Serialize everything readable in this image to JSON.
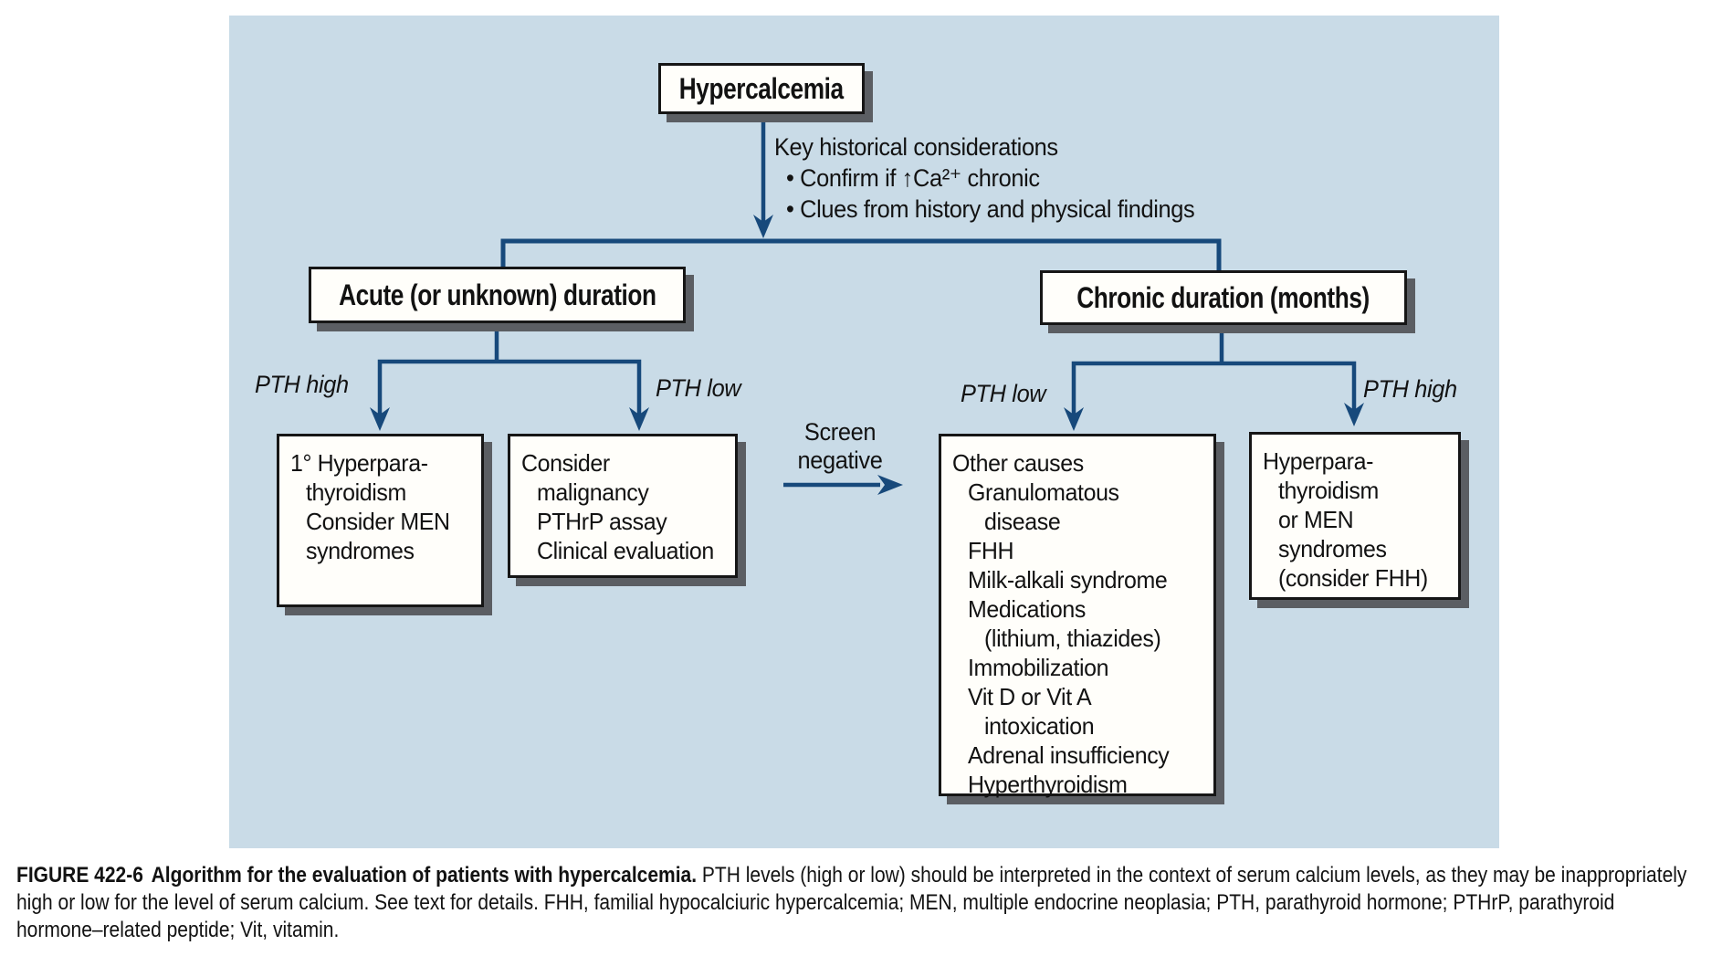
{
  "colors": {
    "page_background": "#ffffff",
    "panel_background": "#c9dbe7",
    "connector_blue": "#17497b",
    "box_background": "#fffefa",
    "box_border": "#161616",
    "box_shadow": "#5b5e63",
    "text": "#121212"
  },
  "diagram": {
    "root": {
      "label": "Hypercalcemia"
    },
    "considerations": {
      "title": "Key historical considerations",
      "bullets": [
        "• Confirm if ↑Ca²⁺ chronic",
        "• Clues from history and physical findings"
      ]
    },
    "acute": {
      "label": "Acute (or unknown) duration",
      "pth_high_label": "PTH high",
      "pth_low_label": "PTH low",
      "pth_high_result": {
        "lines": [
          "1° Hyperpara-",
          "thyroidism",
          "Consider MEN",
          "syndromes"
        ]
      },
      "pth_low_result": {
        "lines": [
          "Consider",
          "malignancy",
          "PTHrP assay",
          "Clinical evaluation"
        ]
      }
    },
    "screen_negative": {
      "lines": [
        "Screen",
        "negative"
      ]
    },
    "chronic": {
      "label": "Chronic duration (months)",
      "pth_low_label": "PTH low",
      "pth_high_label": "PTH high",
      "pth_low_result": {
        "lines": [
          "Other causes",
          "Granulomatous",
          "disease",
          "FHH",
          "Milk-alkali syndrome",
          "Medications",
          "(lithium, thiazides)",
          "Immobilization",
          "Vit D or Vit A",
          "intoxication",
          "Adrenal insufficiency",
          "Hyperthyroidism"
        ]
      },
      "pth_high_result": {
        "lines": [
          "Hyperpara-",
          "thyroidism",
          "or MEN",
          "syndromes",
          "(consider FHH)"
        ]
      }
    }
  },
  "caption": {
    "figure_label": "FIGURE 422-6",
    "bold_title": "Algorithm for the evaluation of patients with hypercalcemia.",
    "body": "PTH levels (high or low) should be interpreted in the context of serum calcium levels, as they may be inappropriately high or low for the level of serum calcium. See text for details. FHH, familial hypocalciuric hypercalcemia; MEN, multiple endocrine neoplasia; PTH, parathyroid hormone; PTHrP, parathyroid hormone–related peptide; Vit, vitamin."
  }
}
